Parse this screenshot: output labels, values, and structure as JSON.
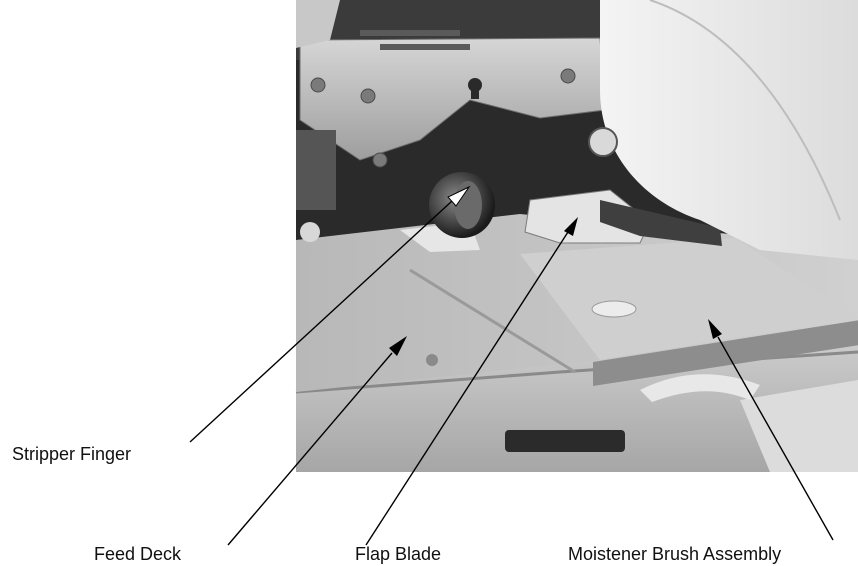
{
  "labels": {
    "stripper_finger": "Stripper Finger",
    "feed_deck": "Feed Deck",
    "flap_blade": "Flap Blade",
    "moistener_brush": "Moistener Brush Assembly"
  },
  "colors": {
    "background": "#ffffff",
    "line": "#000000",
    "text": "#111111"
  }
}
